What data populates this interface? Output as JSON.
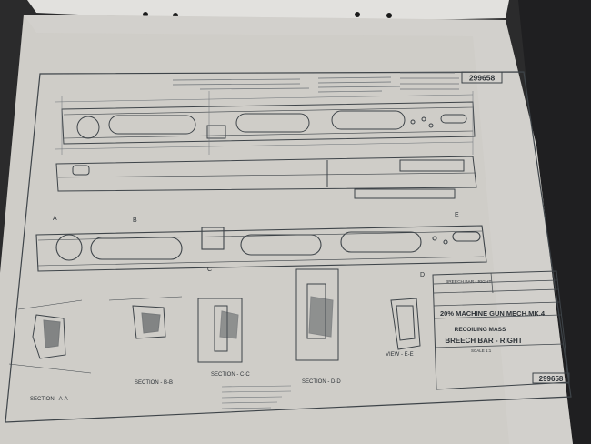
{
  "drawing": {
    "number": "299658",
    "title_block": {
      "project": "20% MACHINE GUN MECH.MK.4",
      "assembly": "RECOILING MASS",
      "part": "BREECH BAR - RIGHT",
      "scale": "SCALE 1:1",
      "part_list_row": "BREECH BAR - RIGHT"
    },
    "sections": {
      "a": "SECTION - A-A",
      "b": "SECTION - B-B",
      "c": "SECTION - C-C",
      "d": "SECTION - D-D",
      "e": "VIEW - E-E"
    },
    "letters": {
      "a": "A",
      "b": "B",
      "c": "C",
      "d": "D",
      "e": "E"
    }
  },
  "colors": {
    "background": "#2b2b2c",
    "paper": "#cfcdc8",
    "ink": "#3e4449",
    "pencil": "#6b7176"
  }
}
